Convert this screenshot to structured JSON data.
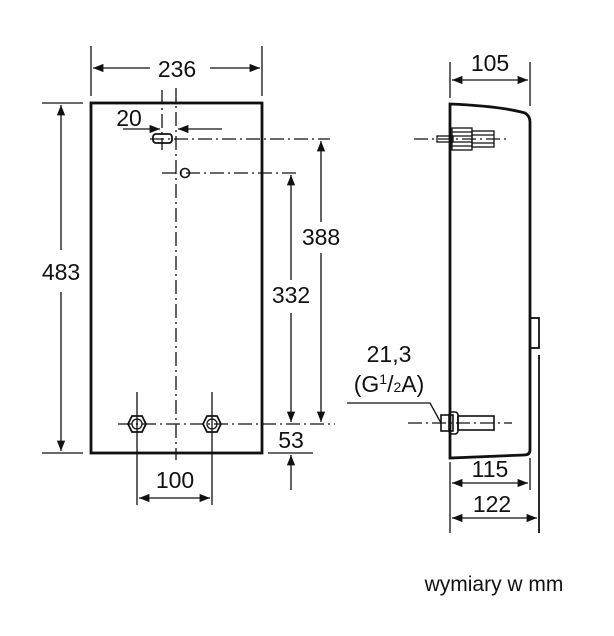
{
  "drawing": {
    "units_note": "wymiary w mm",
    "front_view": {
      "width_label": "236",
      "height_label": "483",
      "offset_label": "20",
      "mount_hole_height_label": "388",
      "upper_hole_height_label": "332",
      "bottom_offset_label": "53",
      "connection_spacing_label": "100"
    },
    "side_view": {
      "top_depth_label": "105",
      "bottom_depth_label": "115",
      "overall_depth_label": "122",
      "connection_size_label": "21,3",
      "thread_prefix": "(G",
      "thread_num": "1",
      "thread_den": "2",
      "thread_suffix": "A)"
    }
  }
}
